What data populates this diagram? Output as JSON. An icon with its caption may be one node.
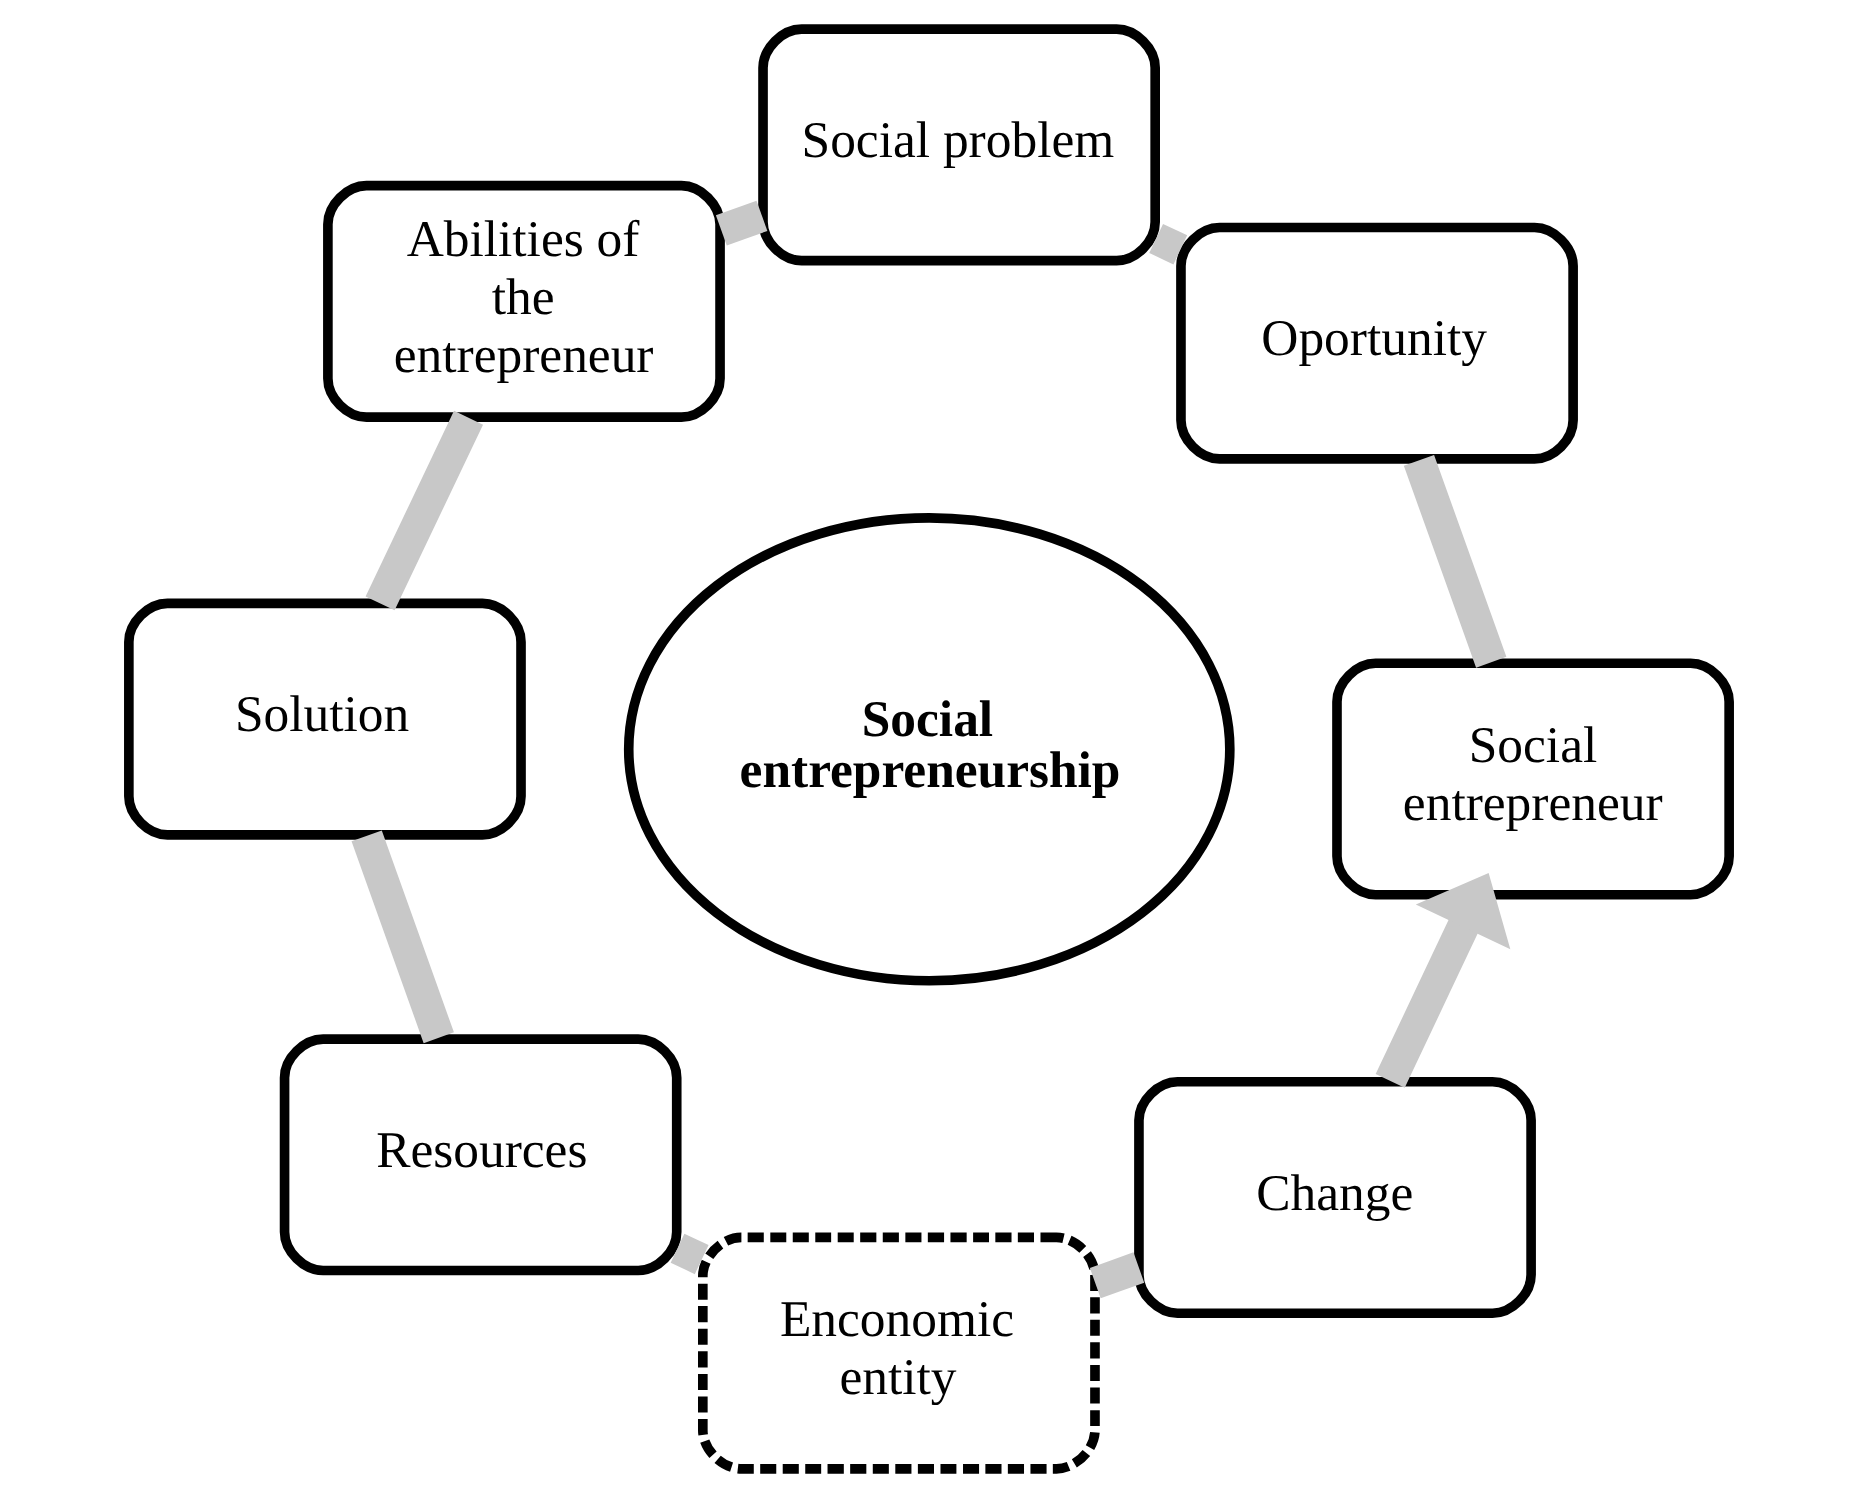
{
  "diagram": {
    "nodes": [
      {
        "text": [
          "Social entrepreneurship"
        ]
      },
      {
        "text": [
          "Social entrepreneur"
        ]
      },
      {
        "text": [
          "Oportunity"
        ]
      },
      {
        "text": [
          "Social problem"
        ]
      },
      {
        "text": [
          "Abilities of the entrepreneur"
        ]
      },
      {
        "text": [
          "Solution"
        ]
      },
      {
        "text": [
          "Resources"
        ]
      },
      {
        "text": [
          "Enconomic entity"
        ]
      },
      {
        "text": [
          "Change"
        ]
      }
    ],
    "edges": [
      {
        "from": 1,
        "to": 2,
        "arrow": "none"
      },
      {
        "from": 2,
        "to": 3,
        "arrow": "none"
      },
      {
        "from": 3,
        "to": 4,
        "arrow": "none"
      },
      {
        "from": 4,
        "to": 5,
        "arrow": "none"
      },
      {
        "from": 5,
        "to": 6,
        "arrow": "none"
      },
      {
        "from": 6,
        "to": 7,
        "arrow": "none"
      },
      {
        "from": 7,
        "to": 8,
        "arrow": "none"
      },
      {
        "from": 8,
        "to": 1,
        "arrow": "to"
      }
    ]
  }
}
